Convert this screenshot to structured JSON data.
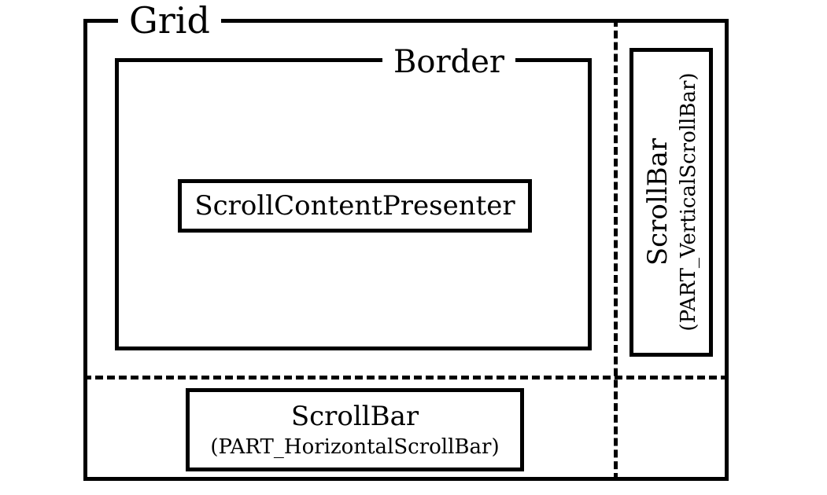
{
  "grid": {
    "label": "Grid"
  },
  "border": {
    "label": "Border"
  },
  "presenter": {
    "label": "ScrollContentPresenter"
  },
  "vertical_scrollbar": {
    "title": "ScrollBar",
    "part": "(PART_VerticalScrollBar)"
  },
  "horizontal_scrollbar": {
    "title": "ScrollBar",
    "part": "(PART_HorizontalScrollBar)"
  }
}
